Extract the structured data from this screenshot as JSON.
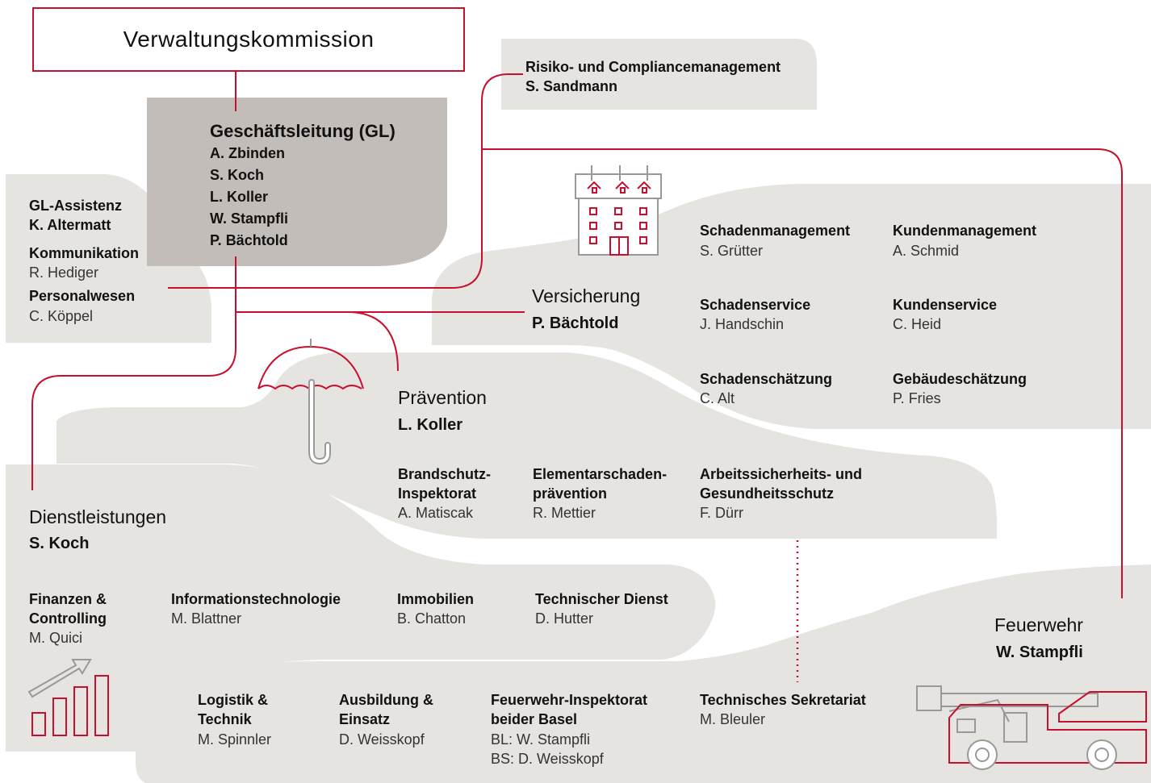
{
  "colors": {
    "accent": "#c8102e",
    "light_area": "#e6e4e1",
    "gl_area": "#c3bdb9",
    "line": "#c8102e"
  },
  "top": {
    "title": "Verwaltungskommission"
  },
  "gl": {
    "title": "Geschäftsleitung (GL)",
    "members": [
      "A. Zbinden",
      "S. Koch",
      "L. Koller",
      "W. Stampfli",
      "P. Bächtold"
    ]
  },
  "staff": {
    "items": [
      {
        "label": "GL-Assistenz",
        "person": "K. Altermatt"
      },
      {
        "label": "Kommunikation",
        "person": "R. Hediger"
      },
      {
        "label": "Personalwesen",
        "person": "C. Köppel"
      }
    ]
  },
  "risk": {
    "label": "Risiko- und Compliancemanagement",
    "person": "S. Sandmann"
  },
  "versicherung": {
    "title": "Versicherung",
    "head": "P. Bächtold",
    "units": [
      {
        "label": "Schadenmanagement",
        "person": "S. Grütter"
      },
      {
        "label": "Kundenmanagement",
        "person": "A. Schmid"
      },
      {
        "label": "Schadenservice",
        "person": "J. Handschin"
      },
      {
        "label": "Kundenservice",
        "person": "C. Heid"
      },
      {
        "label": "Schadenschätzung",
        "person": "C. Alt"
      },
      {
        "label": "Gebäudeschätzung",
        "person": "P. Fries"
      }
    ]
  },
  "praevention": {
    "title": "Prävention",
    "head": "L. Koller",
    "units": [
      {
        "label1": "Brandschutz-",
        "label2": "Inspektorat",
        "person": "A. Matiscak"
      },
      {
        "label1": "Elementarschaden-",
        "label2": "prävention",
        "person": "R. Mettier"
      },
      {
        "label1": "Arbeitssicherheits- und",
        "label2": "Gesundheitsschutz",
        "person": "F. Dürr"
      }
    ]
  },
  "dienst": {
    "title": "Dienstleistungen",
    "head": "S. Koch",
    "units": [
      {
        "label1": "Finanzen &",
        "label2": "Controlling",
        "person": "M. Quici"
      },
      {
        "label1": "Informationstechnologie",
        "person": "M. Blattner"
      },
      {
        "label1": "Immobilien",
        "person": "B. Chatton"
      },
      {
        "label1": "Technischer Dienst",
        "person": "D. Hutter"
      }
    ]
  },
  "feuerwehr": {
    "title": "Feuerwehr",
    "head": "W. Stampfli",
    "units": [
      {
        "label1": "Logistik &",
        "label2": "Technik",
        "person": "M. Spinnler"
      },
      {
        "label1": "Ausbildung &",
        "label2": "Einsatz",
        "person": "D. Weisskopf"
      },
      {
        "label1": "Feuerwehr-Inspektorat",
        "label2": "beider Basel",
        "person": "BL:  W. Stampfli",
        "person2": "BS:  D. Weisskopf"
      },
      {
        "label1": "Technisches Sekretariat",
        "person": "M. Bleuler"
      }
    ]
  }
}
